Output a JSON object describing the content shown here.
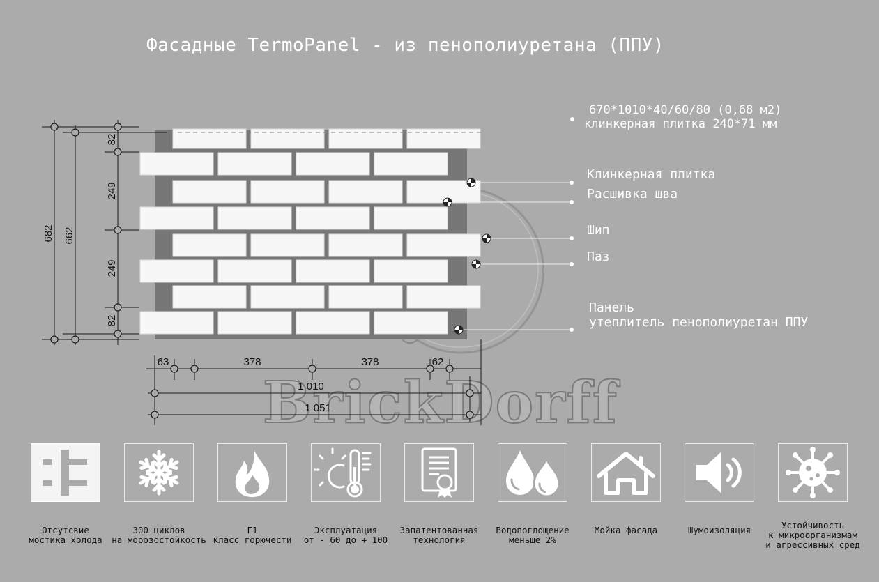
{
  "title": "Фасадные TermoPanel - из пенополиуретана (ППУ)",
  "spec": {
    "line1": "670*1010*40/60/80 (0,68 м2)",
    "line2": "клинкерная плитка 240*71 мм"
  },
  "callouts": {
    "tile": "Клинкерная плитка",
    "joint": "Расшивка шва",
    "tongue": "Шип",
    "groove": "Паз",
    "panel_line1": "Панель",
    "panel_line2": "утеплитель пенополиуретан ППУ"
  },
  "dimensions": {
    "total_height": "682",
    "inner_height": "662",
    "top_offset": "82",
    "mid_upper": "249",
    "mid_lower": "249",
    "bottom_offset": "82",
    "left_offset": "63",
    "span1": "378",
    "span2": "378",
    "right_offset": "62",
    "width_inner": "1 010",
    "width_total": "1 051"
  },
  "brand": {
    "name": "BrickDorff",
    "mark": "®"
  },
  "features": [
    {
      "icon": "no-cold-bridge-icon",
      "line1": "Отсутсвие",
      "line2": "мостика холода"
    },
    {
      "icon": "snowflake-icon",
      "line1": "300 циклов",
      "line2": "на морозостойкость"
    },
    {
      "icon": "flame-icon",
      "line1": "Г1",
      "line2": "класс горючести"
    },
    {
      "icon": "thermometer-icon",
      "line1": "Эксплуатация",
      "line2": "от - 60 до + 100"
    },
    {
      "icon": "certificate-icon",
      "line1": "Запатентованная",
      "line2": "технология"
    },
    {
      "icon": "water-drops-icon",
      "line1": "Водопоглощение",
      "line2": "меньше 2%"
    },
    {
      "icon": "house-icon",
      "line1": "Мойка фасада",
      "line2": ""
    },
    {
      "icon": "speaker-icon",
      "line1": "Шумоизоляция",
      "line2": ""
    },
    {
      "icon": "microbe-icon",
      "line1": "Устойчивость",
      "line2": "к микроорганизмам",
      "line3": "и агрессивных сред"
    }
  ]
}
